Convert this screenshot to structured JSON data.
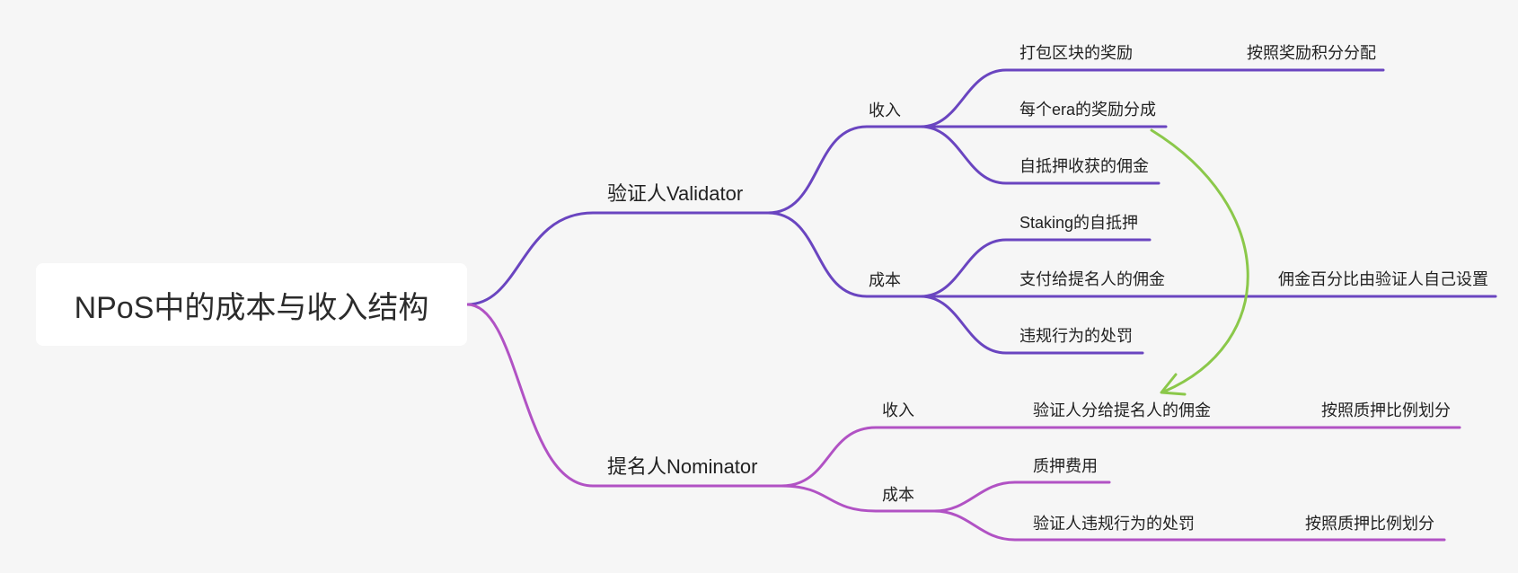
{
  "root": {
    "label": "NPoS中的成本与收入结构"
  },
  "validator": {
    "label": "验证人Validator",
    "income": {
      "label": "收入",
      "items": [
        {
          "label": "打包区块的奖励",
          "note": "按照奖励积分分配"
        },
        {
          "label": "每个era的奖励分成"
        },
        {
          "label": "自抵押收获的佣金"
        }
      ]
    },
    "cost": {
      "label": "成本",
      "items": [
        {
          "label": "Staking的自抵押"
        },
        {
          "label": "支付给提名人的佣金",
          "note": "佣金百分比由验证人自己设置"
        },
        {
          "label": "违规行为的处罚"
        }
      ]
    }
  },
  "nominator": {
    "label": "提名人Nominator",
    "income": {
      "label": "收入",
      "items": [
        {
          "label": "验证人分给提名人的佣金",
          "note": "按照质押比例划分"
        }
      ]
    },
    "cost": {
      "label": "成本",
      "items": [
        {
          "label": "质押费用"
        },
        {
          "label": "验证人违规行为的处罚",
          "note": "按照质押比例划分"
        }
      ]
    }
  },
  "colors": {
    "validator_branch": "#6a45c0",
    "nominator_branch": "#b152c4",
    "arrow": "#8bc84a",
    "background": "#f6f6f6",
    "root_box": "#ffffff"
  }
}
